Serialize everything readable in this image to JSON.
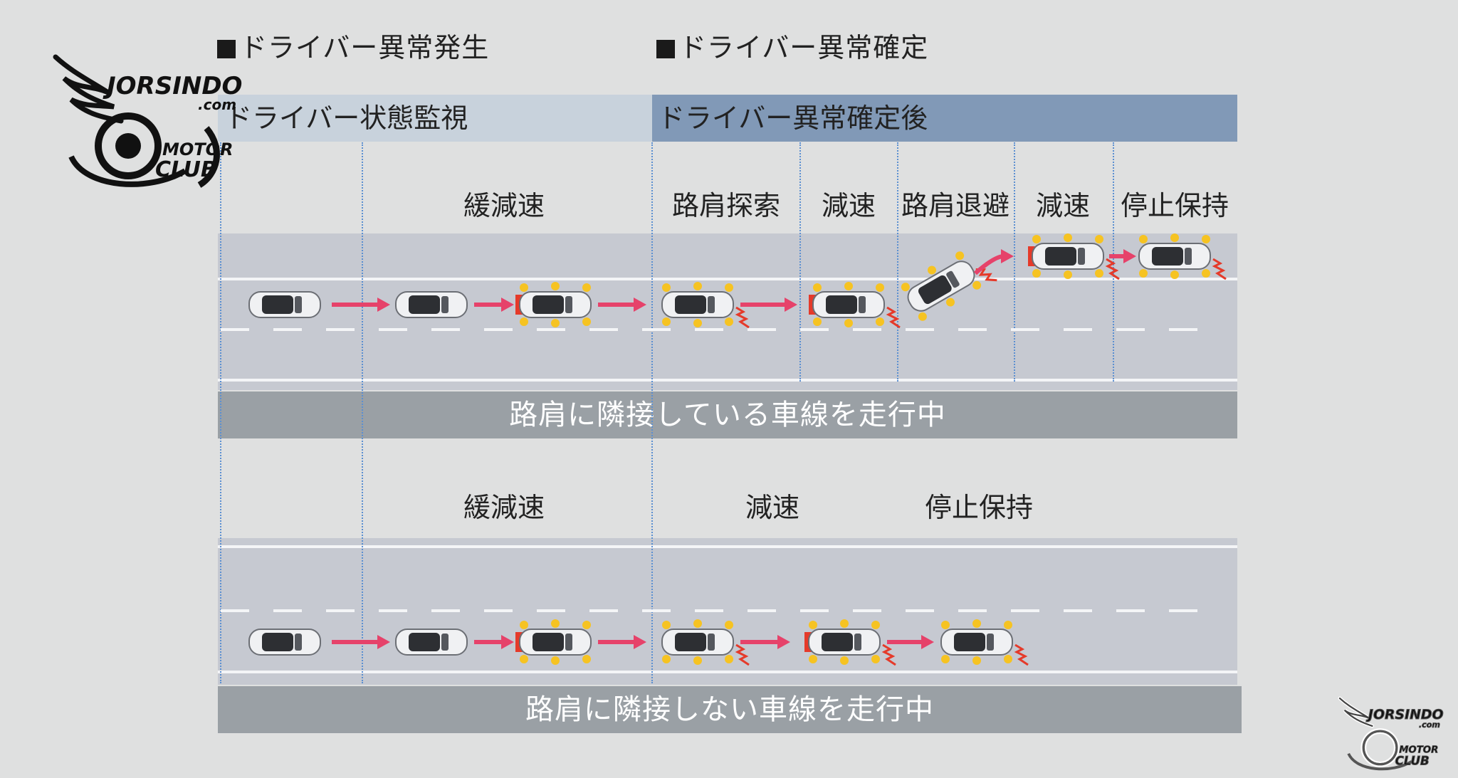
{
  "phases": {
    "occurrence": "ドライバー異常発生",
    "confirmed": "ドライバー異常確定"
  },
  "bands": {
    "monitoring": "ドライバー状態監視",
    "after_confirm": "ドライバー異常確定後"
  },
  "top_row": {
    "stages": [
      "緩減速",
      "路肩探索",
      "減速",
      "路肩退避",
      "減速",
      "停止保持"
    ],
    "footer": "路肩に隣接している車線を走行中"
  },
  "bottom_row": {
    "stages": [
      "緩減速",
      "減速",
      "停止保持"
    ],
    "footer": "路肩に隣接しない車線を走行中"
  },
  "watermark": {
    "brand": "JORSINDO",
    "domain": ".com",
    "line1": "MOTOR",
    "line2": "CLUB"
  },
  "colors": {
    "band_light": "#c8d2dc",
    "band_dark": "#8199b7",
    "arrow": "#e6426a",
    "hazard": "#f6c322",
    "brake": "#e53a2a",
    "divider": "#5b8fd1"
  }
}
